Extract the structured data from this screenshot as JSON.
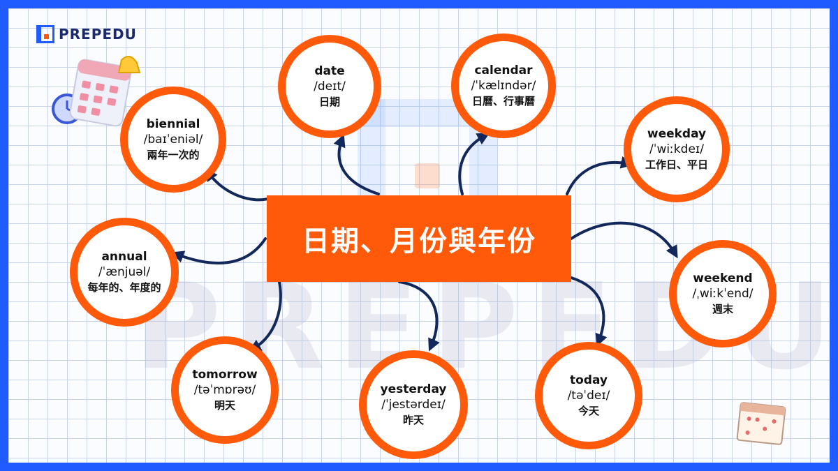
{
  "brand": {
    "name": "PREPEDU",
    "watermark": "PREPEDU"
  },
  "title": "日期、月份與年份",
  "colors": {
    "accent": "#ff5a0a",
    "frame": "#1f5bff",
    "arrow": "#12285a"
  },
  "nodes": {
    "date": {
      "word": "date",
      "ipa": "/deɪt/",
      "meaning": "日期"
    },
    "calendar": {
      "word": "calendar",
      "ipa": "/ˈkælɪndər/",
      "meaning": "日曆、行事曆"
    },
    "biennial": {
      "word": "biennial",
      "ipa": "/baɪˈeniəl/",
      "meaning": "兩年一次的"
    },
    "weekday": {
      "word": "weekday",
      "ipa": "/ˈwiːkdeɪ/",
      "meaning": "工作日、平日"
    },
    "annual": {
      "word": "annual",
      "ipa": "/ˈænjuəl/",
      "meaning": "每年的、年度的"
    },
    "weekend": {
      "word": "weekend",
      "ipa": "/ˌwiːkˈend/",
      "meaning": "週末"
    },
    "tomorrow": {
      "word": "tomorrow",
      "ipa": "/təˈmɒrəʊ/",
      "meaning": "明天"
    },
    "yesterday": {
      "word": "yesterday",
      "ipa": "/ˈjestərdeɪ/",
      "meaning": "昨天"
    },
    "today": {
      "word": "today",
      "ipa": "/təˈdeɪ/",
      "meaning": "今天"
    }
  },
  "icons": [
    "calendar-alarm-icon",
    "calendar-small-icon",
    "prepedu-logo-icon"
  ]
}
